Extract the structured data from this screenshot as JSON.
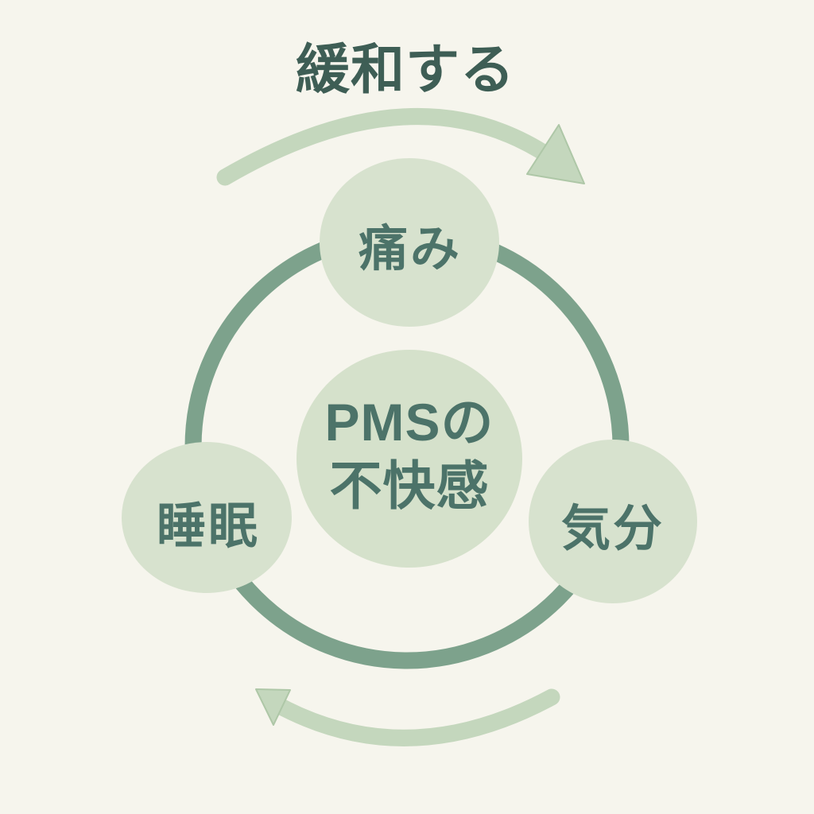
{
  "diagram": {
    "title": "緩和する",
    "center_node": {
      "line1": "PMSの",
      "line2": "不快感"
    },
    "nodes": [
      {
        "label": "痛み",
        "position": "top"
      },
      {
        "label": "睡眠",
        "position": "left"
      },
      {
        "label": "気分",
        "position": "right"
      }
    ],
    "arrows": {
      "top": "curved arrow left-to-right (clockwise)",
      "bottom": "curved arrow right-to-left (clockwise)"
    },
    "colors": {
      "background": "#f6f5ed",
      "node_fill": "#d7e2ce",
      "ring": "#7da28c",
      "arrow": "#c4d7bd",
      "arrow_edge": "#aec7a7",
      "title_text": "#3e5e55",
      "node_text": "#4c7369"
    }
  }
}
